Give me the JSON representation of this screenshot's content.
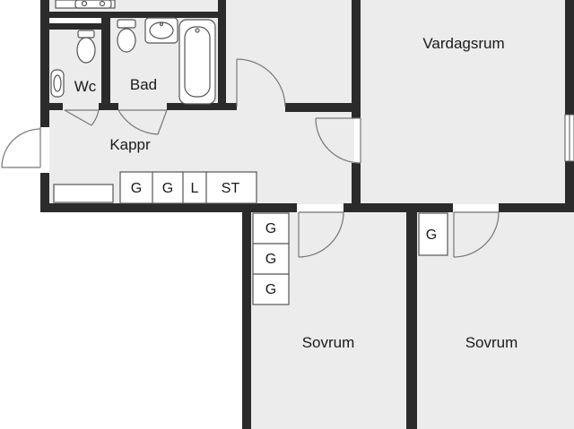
{
  "rooms": {
    "wc": "Wc",
    "bad": "Bad",
    "kappr": "Kappr",
    "vardagsrum": "Vardagsrum",
    "sovrum_left": "Sovrum",
    "sovrum_right": "Sovrum"
  },
  "closets": {
    "hall_row": [
      "G",
      "G",
      "L",
      "ST"
    ],
    "bedroom_left_column": [
      "G",
      "G",
      "G"
    ],
    "bedroom_right": "G"
  },
  "colors": {
    "wall": "#2b2b2b",
    "floor": "#ececec",
    "outside": "#ffffff",
    "fixture": "#ffffff",
    "fixture_line": "#555555",
    "door_line": "#777777"
  }
}
